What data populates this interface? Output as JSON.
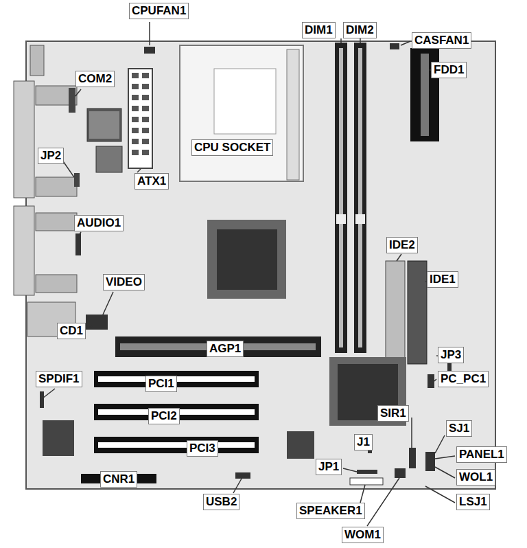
{
  "diagram": {
    "labels": [
      "CPUFAN1",
      "DIM1",
      "DIM2",
      "CASFAN1",
      "FDD1",
      "COM2",
      "CPU SOCKET",
      "JP2",
      "ATX1",
      "AUDIO1",
      "IDE2",
      "IDE1",
      "VIDEO",
      "CD1",
      "AGP1",
      "JP3",
      "PC_PC1",
      "SPDIF1",
      "PCI1",
      "PCI2",
      "SIR1",
      "SJ1",
      "J1",
      "PCI3",
      "PANEL1",
      "JP1",
      "WOL1",
      "CNR1",
      "USB2",
      "LSJ1",
      "SPEAKER1",
      "WOM1"
    ]
  }
}
